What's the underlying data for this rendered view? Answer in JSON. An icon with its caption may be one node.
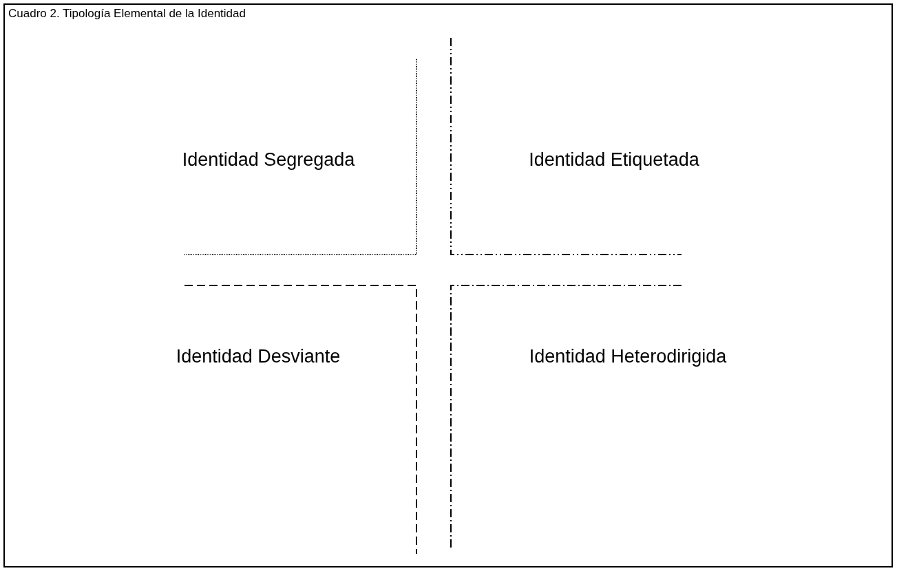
{
  "diagram": {
    "title": "Cuadro 2. Tipología Elemental de la Identidad",
    "labels": [
      "Identidad Segregada",
      "Identidad Etiquetada",
      "Identidad Desviante",
      "Identidad Heterodirigida"
    ]
  }
}
